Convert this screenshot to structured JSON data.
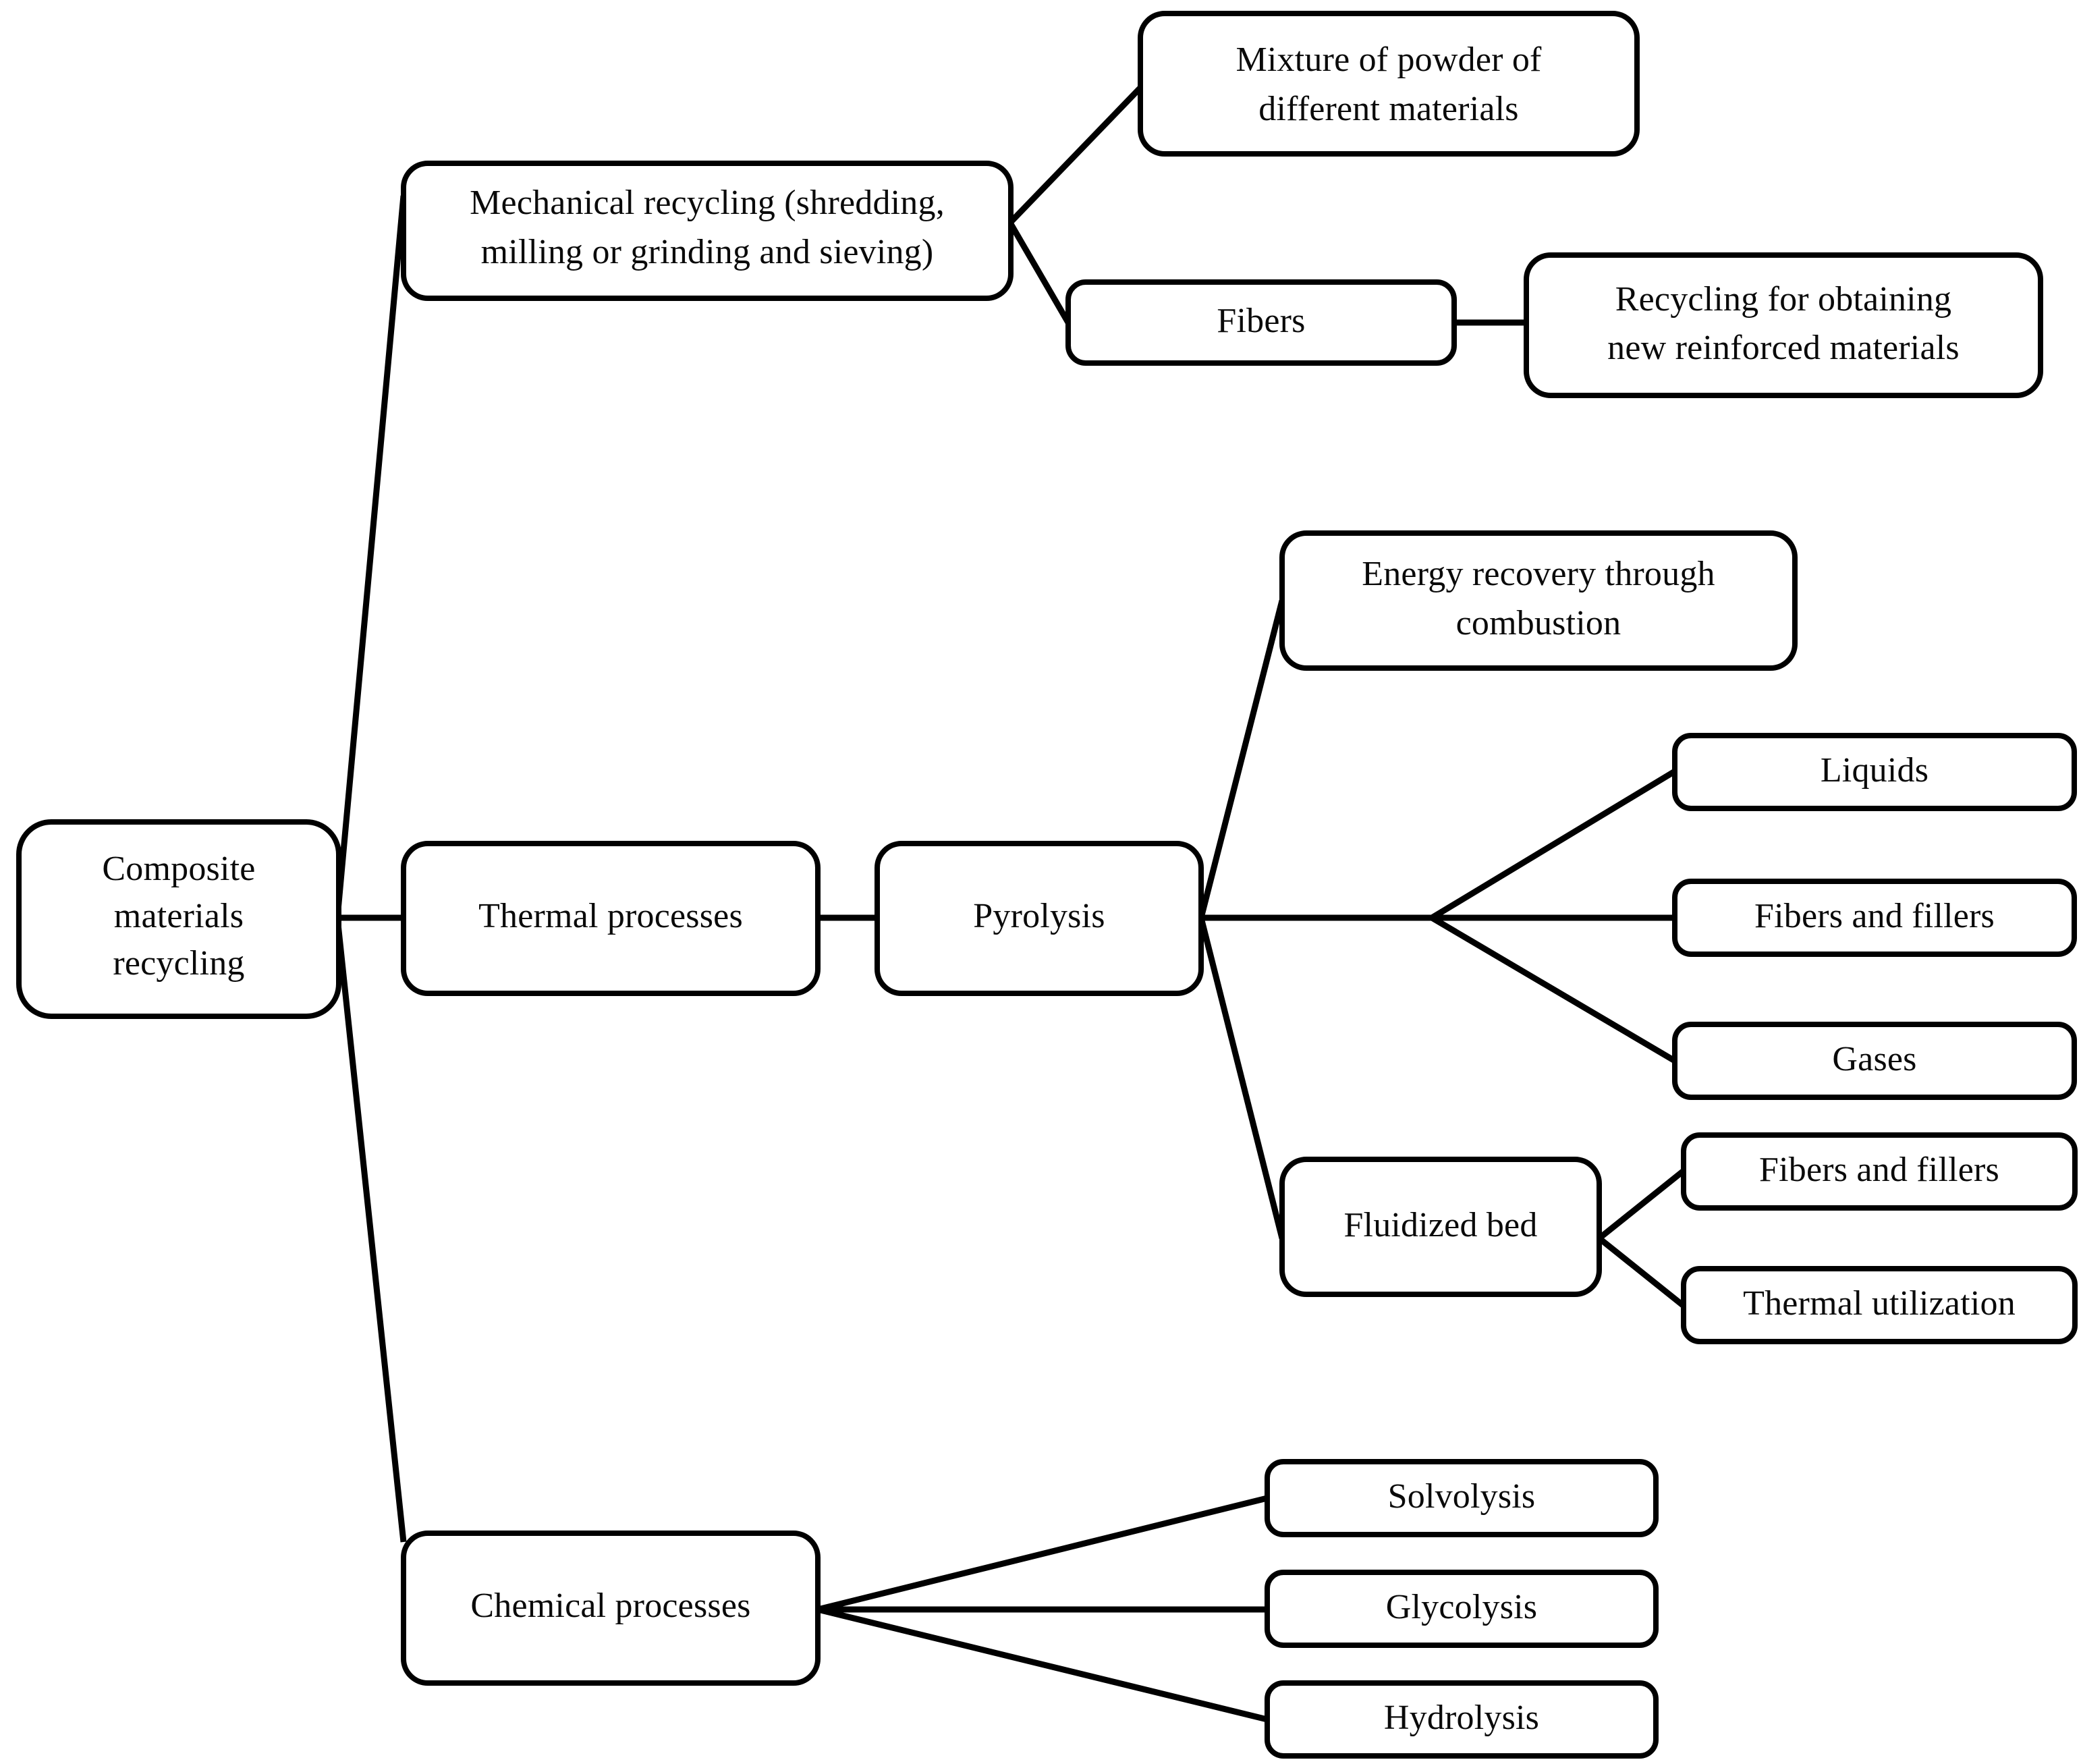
{
  "diagram": {
    "title": "Composite materials recycling flowchart",
    "type": "tree-flowchart",
    "background_color": "#ffffff",
    "line_color": "#000000",
    "box_fill": "#ffffff",
    "text_color": "#0a0a0a",
    "nodes": {
      "root": {
        "label": "Composite materials recycling",
        "lines": [
          "Composite",
          "materials",
          "recycling"
        ]
      },
      "mechanical": {
        "label": "Mechanical recycling (shredding, milling or grinding and sieving)",
        "lines": [
          "Mechanical recycling (shredding,",
          "milling or grinding and sieving)"
        ]
      },
      "mixture": {
        "label": "Mixture of powder of different materials",
        "lines": [
          "Mixture of powder of",
          "different materials"
        ]
      },
      "fibers": {
        "label": "Fibers",
        "lines": [
          "Fibers"
        ]
      },
      "recycling_reinforced": {
        "label": "Recycling for obtaining new reinforced materials",
        "lines": [
          "Recycling for obtaining",
          "new reinforced materials"
        ]
      },
      "thermal": {
        "label": "Thermal processes",
        "lines": [
          "Thermal processes"
        ]
      },
      "pyrolysis": {
        "label": "Pyrolysis",
        "lines": [
          "Pyrolysis"
        ]
      },
      "energy_recovery": {
        "label": "Energy recovery through combustion",
        "lines": [
          "Energy recovery through",
          "combustion"
        ]
      },
      "liquids": {
        "label": "Liquids",
        "lines": [
          "Liquids"
        ]
      },
      "fibers_fillers_pyro": {
        "label": "Fibers and fillers",
        "lines": [
          "Fibers and fillers"
        ]
      },
      "gases": {
        "label": "Gases",
        "lines": [
          "Gases"
        ]
      },
      "fluidized_bed": {
        "label": "Fluidized bed",
        "lines": [
          "Fluidized bed"
        ]
      },
      "fibers_fillers_fluid": {
        "label": "Fibers and fillers",
        "lines": [
          "Fibers and fillers"
        ]
      },
      "thermal_utilization": {
        "label": "Thermal utilization",
        "lines": [
          "Thermal utilization"
        ]
      },
      "chemical": {
        "label": "Chemical processes",
        "lines": [
          "Chemical processes"
        ]
      },
      "solvolysis": {
        "label": "Solvolysis",
        "lines": [
          "Solvolysis"
        ]
      },
      "glycolysis": {
        "label": "Glycolysis",
        "lines": [
          "Glycolysis"
        ]
      },
      "hydrolysis": {
        "label": "Hydrolysis",
        "lines": [
          "Hydrolysis"
        ]
      }
    },
    "edges": [
      {
        "from": "root",
        "to": "mechanical"
      },
      {
        "from": "root",
        "to": "thermal"
      },
      {
        "from": "root",
        "to": "chemical"
      },
      {
        "from": "mechanical",
        "to": "mixture"
      },
      {
        "from": "mechanical",
        "to": "fibers"
      },
      {
        "from": "fibers",
        "to": "recycling_reinforced"
      },
      {
        "from": "thermal",
        "to": "pyrolysis"
      },
      {
        "from": "pyrolysis",
        "to": "energy_recovery"
      },
      {
        "from": "pyrolysis",
        "to": "liquids"
      },
      {
        "from": "pyrolysis",
        "to": "fibers_fillers_pyro"
      },
      {
        "from": "pyrolysis",
        "to": "gases"
      },
      {
        "from": "pyrolysis",
        "to": "fluidized_bed"
      },
      {
        "from": "fluidized_bed",
        "to": "fibers_fillers_fluid"
      },
      {
        "from": "fluidized_bed",
        "to": "thermal_utilization"
      },
      {
        "from": "chemical",
        "to": "solvolysis"
      },
      {
        "from": "chemical",
        "to": "glycolysis"
      },
      {
        "from": "chemical",
        "to": "hydrolysis"
      }
    ]
  }
}
